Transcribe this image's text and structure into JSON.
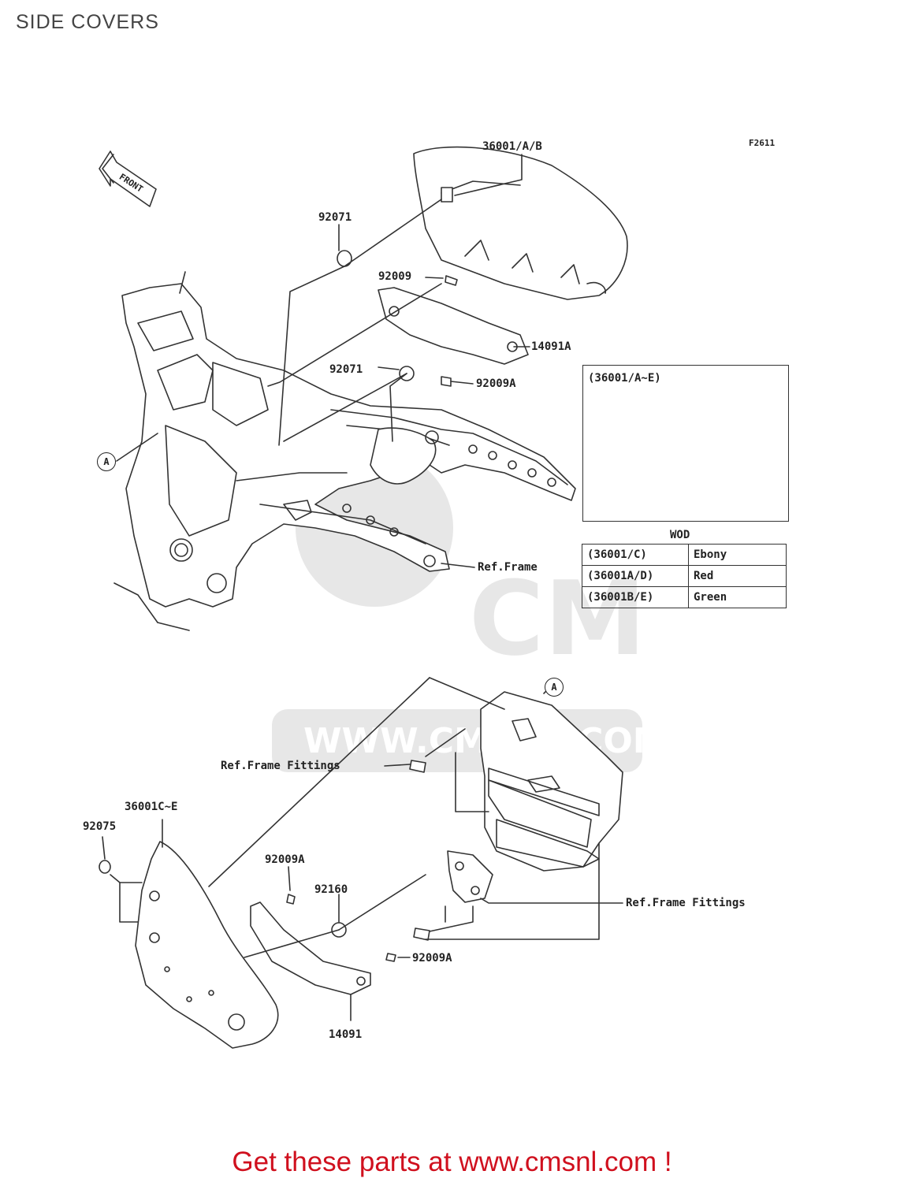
{
  "title": "SIDE COVERS",
  "figure_code": "F2611",
  "front_label": "FRONT",
  "callouts": {
    "a1": "A",
    "a2": "A"
  },
  "part_labels": {
    "p36001ab": "36001/A/B",
    "p92071_top": "92071",
    "p92009": "92009",
    "p14091a": "14091A",
    "p92071_mid": "92071",
    "p92009a_top": "92009A",
    "ref_frame": "Ref.Frame",
    "ref_frame_fittings_1": "Ref.Frame Fittings",
    "p36001ce": "36001C~E",
    "p92075": "92075",
    "p92009a_mid": "92009A",
    "p92160": "92160",
    "ref_frame_fittings_2": "Ref.Frame Fittings",
    "p92009a_low": "92009A",
    "p14091": "14091"
  },
  "inset": {
    "title": "(36001/A~E)"
  },
  "wod": {
    "title": "WOD",
    "rows": [
      {
        "code": "(36001/C)",
        "color": "Ebony"
      },
      {
        "code": "(36001A/D)",
        "color": "Red"
      },
      {
        "code": "(36001B/E)",
        "color": "Green"
      }
    ]
  },
  "watermark": {
    "brand": "CMS",
    "url": "WWW.CMSNL.COM"
  },
  "footer": "Get these parts at www.cmsnl.com !",
  "colors": {
    "footer": "#d0101e",
    "line": "#333333"
  }
}
